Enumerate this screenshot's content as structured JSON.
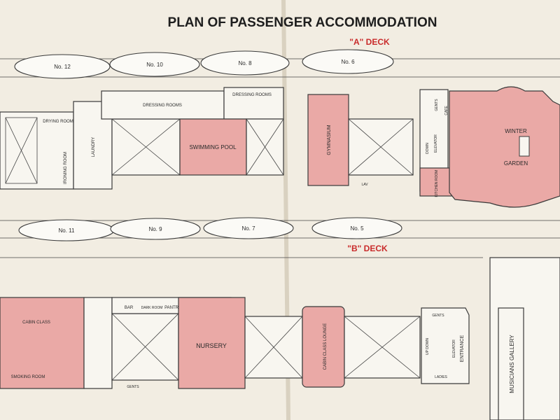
{
  "title": "PLAN OF PASSENGER ACCOMMODATION",
  "deck_a": {
    "label": "\"A\" DECK",
    "boats": [
      "No. 12",
      "No. 10",
      "No. 8",
      "No. 6"
    ],
    "rooms": {
      "drying_room": "DRYING ROOM",
      "ironing_room": "IRONING ROOM",
      "laundry": "LAUNDRY",
      "dressing_rooms_1": "DRESSING ROOMS",
      "dressing_rooms_2": "DRESSING ROOMS",
      "swimming_pool": "SWIMMING POOL",
      "gymnasium": "GYMNASIUM",
      "lav": "LAV",
      "gents": "GENTS",
      "cafe": "CAFE",
      "elevator": "ELEVATOR",
      "kitchen_room": "KITCHEN ROOM",
      "down": "DOWN",
      "winter": "WINTER",
      "garden": "GARDEN"
    }
  },
  "deck_b": {
    "label": "\"B\" DECK",
    "boats": [
      "No. 11",
      "No. 9",
      "No. 7",
      "No. 5"
    ],
    "rooms": {
      "cabin_class": "CABIN CLASS",
      "smoking_room": "SMOKING ROOM",
      "bar": "BAR",
      "dark_room": "DARK ROOM",
      "pantry": "PANTRY",
      "nursery": "NURSERY",
      "gents": "GENTS",
      "cabin_class_lounge": "CABIN CLASS LOUNGE",
      "up_down": "UP DOWN",
      "elevator": "ELEVATOR",
      "entrance": "ENTRANCE",
      "gents_2": "GENTS",
      "ladies": "LADIES",
      "musicians_gallery": "MUSICIANS GALLERY"
    }
  },
  "colors": {
    "paper": "#f2ede2",
    "room_red": "#eaa9a6",
    "deck_label_red": "#c92b2b",
    "ink": "#2a2a2a"
  }
}
